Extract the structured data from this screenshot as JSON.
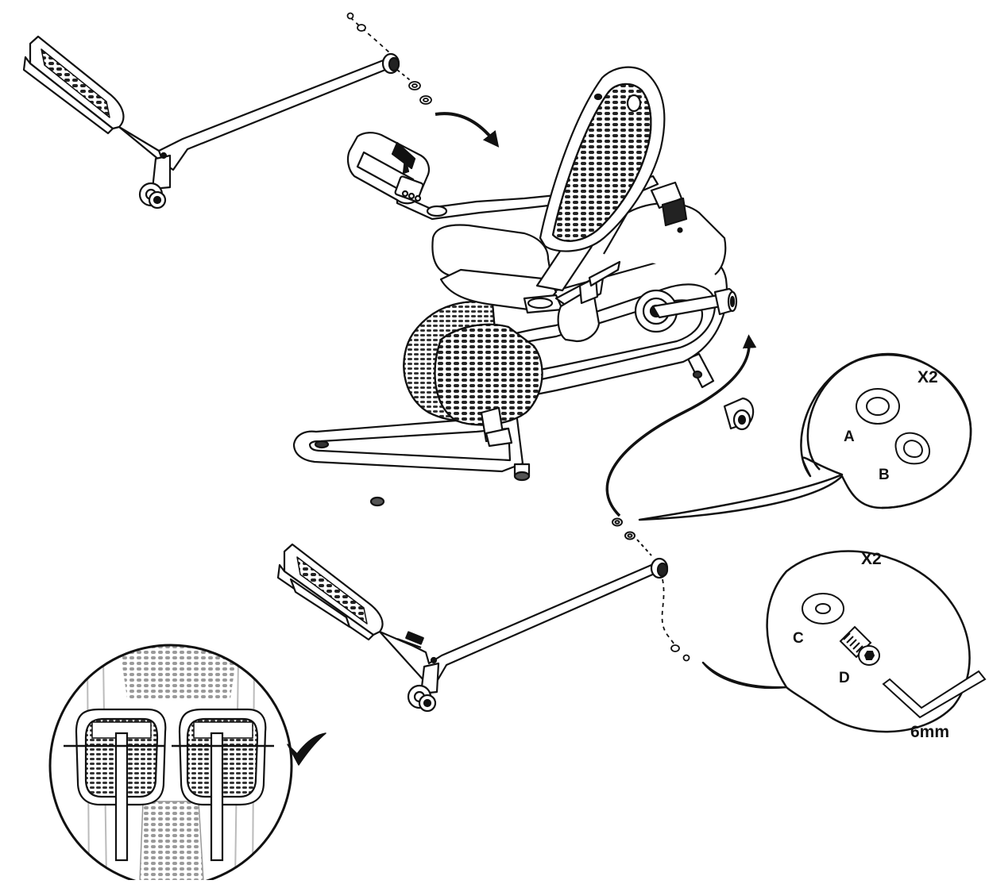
{
  "diagram": {
    "type": "assembly-illustration",
    "callout_top": {
      "quantity": "X2",
      "parts": [
        {
          "id": "A",
          "icon": "flat-washer-icon"
        },
        {
          "id": "B",
          "icon": "curved-washer-icon"
        }
      ]
    },
    "callout_bottom": {
      "quantity": "X2",
      "parts": [
        {
          "id": "C",
          "icon": "washer-icon"
        },
        {
          "id": "D",
          "icon": "hex-bolt-icon"
        }
      ],
      "tool": {
        "label": "6mm",
        "icon": "allen-key-icon"
      }
    },
    "check_icon": "checkmark-icon",
    "colors": {
      "ink": "#111111",
      "paper": "#ffffff",
      "shade": "#d9d9d9"
    }
  }
}
